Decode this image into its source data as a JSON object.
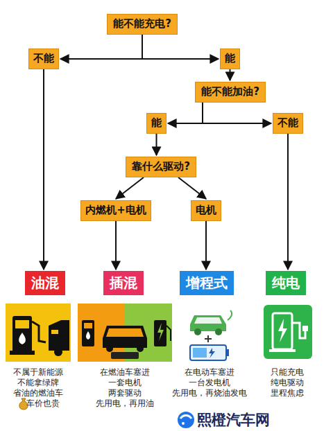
{
  "diagram": {
    "nodes": [
      {
        "text": [
          "能不能充电?"
        ]
      },
      {
        "text": [
          "不能"
        ]
      },
      {
        "text": [
          "能"
        ]
      },
      {
        "text": [
          "能不能加油?"
        ]
      },
      {
        "text": [
          "能"
        ]
      },
      {
        "text": [
          "不能"
        ]
      },
      {
        "text": [
          "靠什么驱动?"
        ]
      },
      {
        "text": [
          "内燃机+电机"
        ]
      },
      {
        "text": [
          "电机"
        ]
      },
      {
        "text": [
          "油混"
        ]
      },
      {
        "text": [
          "插混"
        ]
      },
      {
        "text": [
          "增程式"
        ]
      },
      {
        "text": [
          "纯电"
        ]
      }
    ],
    "edges": [
      {
        "from": 0,
        "to": 1,
        "arrow": "to"
      },
      {
        "from": 0,
        "to": 2,
        "arrow": "to"
      },
      {
        "from": 2,
        "to": 3,
        "arrow": "to"
      },
      {
        "from": 3,
        "to": 4,
        "arrow": "to"
      },
      {
        "from": 3,
        "to": 5,
        "arrow": "to"
      },
      {
        "from": 4,
        "to": 6,
        "arrow": "to"
      },
      {
        "from": 6,
        "to": 7,
        "arrow": "to"
      },
      {
        "from": 6,
        "to": 8,
        "arrow": "to"
      },
      {
        "from": 1,
        "to": 9,
        "arrow": "to"
      },
      {
        "from": 7,
        "to": 10,
        "arrow": "to"
      },
      {
        "from": 8,
        "to": 11,
        "arrow": "to"
      },
      {
        "from": 5,
        "to": 12,
        "arrow": "to"
      }
    ],
    "labels": [
      "不属于新能源",
      "不能拿绿牌",
      "省油的燃油车",
      "车价也贵",
      "在燃油车塞进",
      "一套电机",
      "两套驱动",
      "先用电，再用油",
      "在电动车塞进",
      "一台发电机",
      "先用电，再烧油发电",
      "只能充电",
      "纯电驱动",
      "里程焦虑",
      "熙橙汽车网"
    ]
  }
}
